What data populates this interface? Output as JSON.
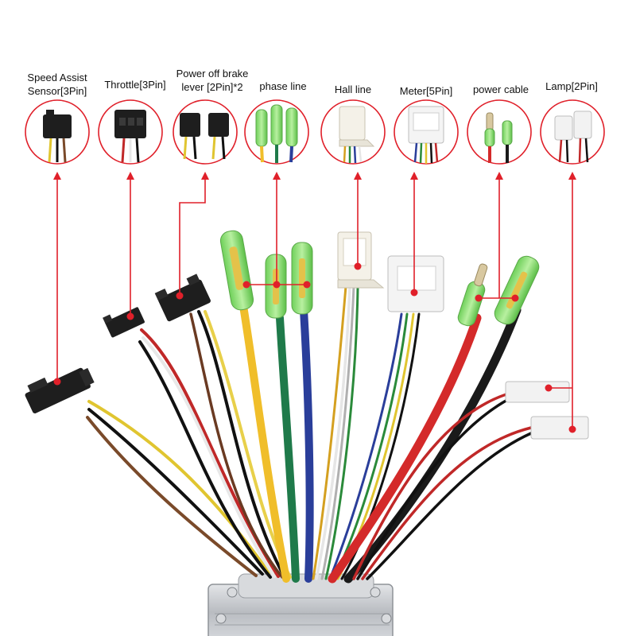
{
  "labels": {
    "speed_assist": {
      "line1": "Speed Assist",
      "line2": "Sensor[3Pin]"
    },
    "throttle": "Throttle[3Pin]",
    "brake": {
      "line1": "Power off brake",
      "line2": "lever [2Pin]*2"
    },
    "phase": "phase line",
    "hall": "Hall line",
    "meter": "Meter[5Pin]",
    "power": "power cable",
    "lamp": "Lamp[2Pin]"
  },
  "colors": {
    "callout_red": "#e0202a",
    "phase_yellow": "#f2c230",
    "phase_green": "#1f7a4a",
    "phase_blue": "#2a3e9a",
    "power_red": "#d42a2a",
    "power_black": "#1a1a1a",
    "connector_black": "#1e1e1e",
    "connector_white": "#f2f2f2",
    "sleeve_green": "#8fe07a",
    "housing_silver": "#c9ccd0"
  },
  "icons": [
    "connector-3pin-black",
    "connector-2pin-black",
    "bullet-connector-green",
    "connector-white-5pin",
    "connector-white-2pin"
  ]
}
